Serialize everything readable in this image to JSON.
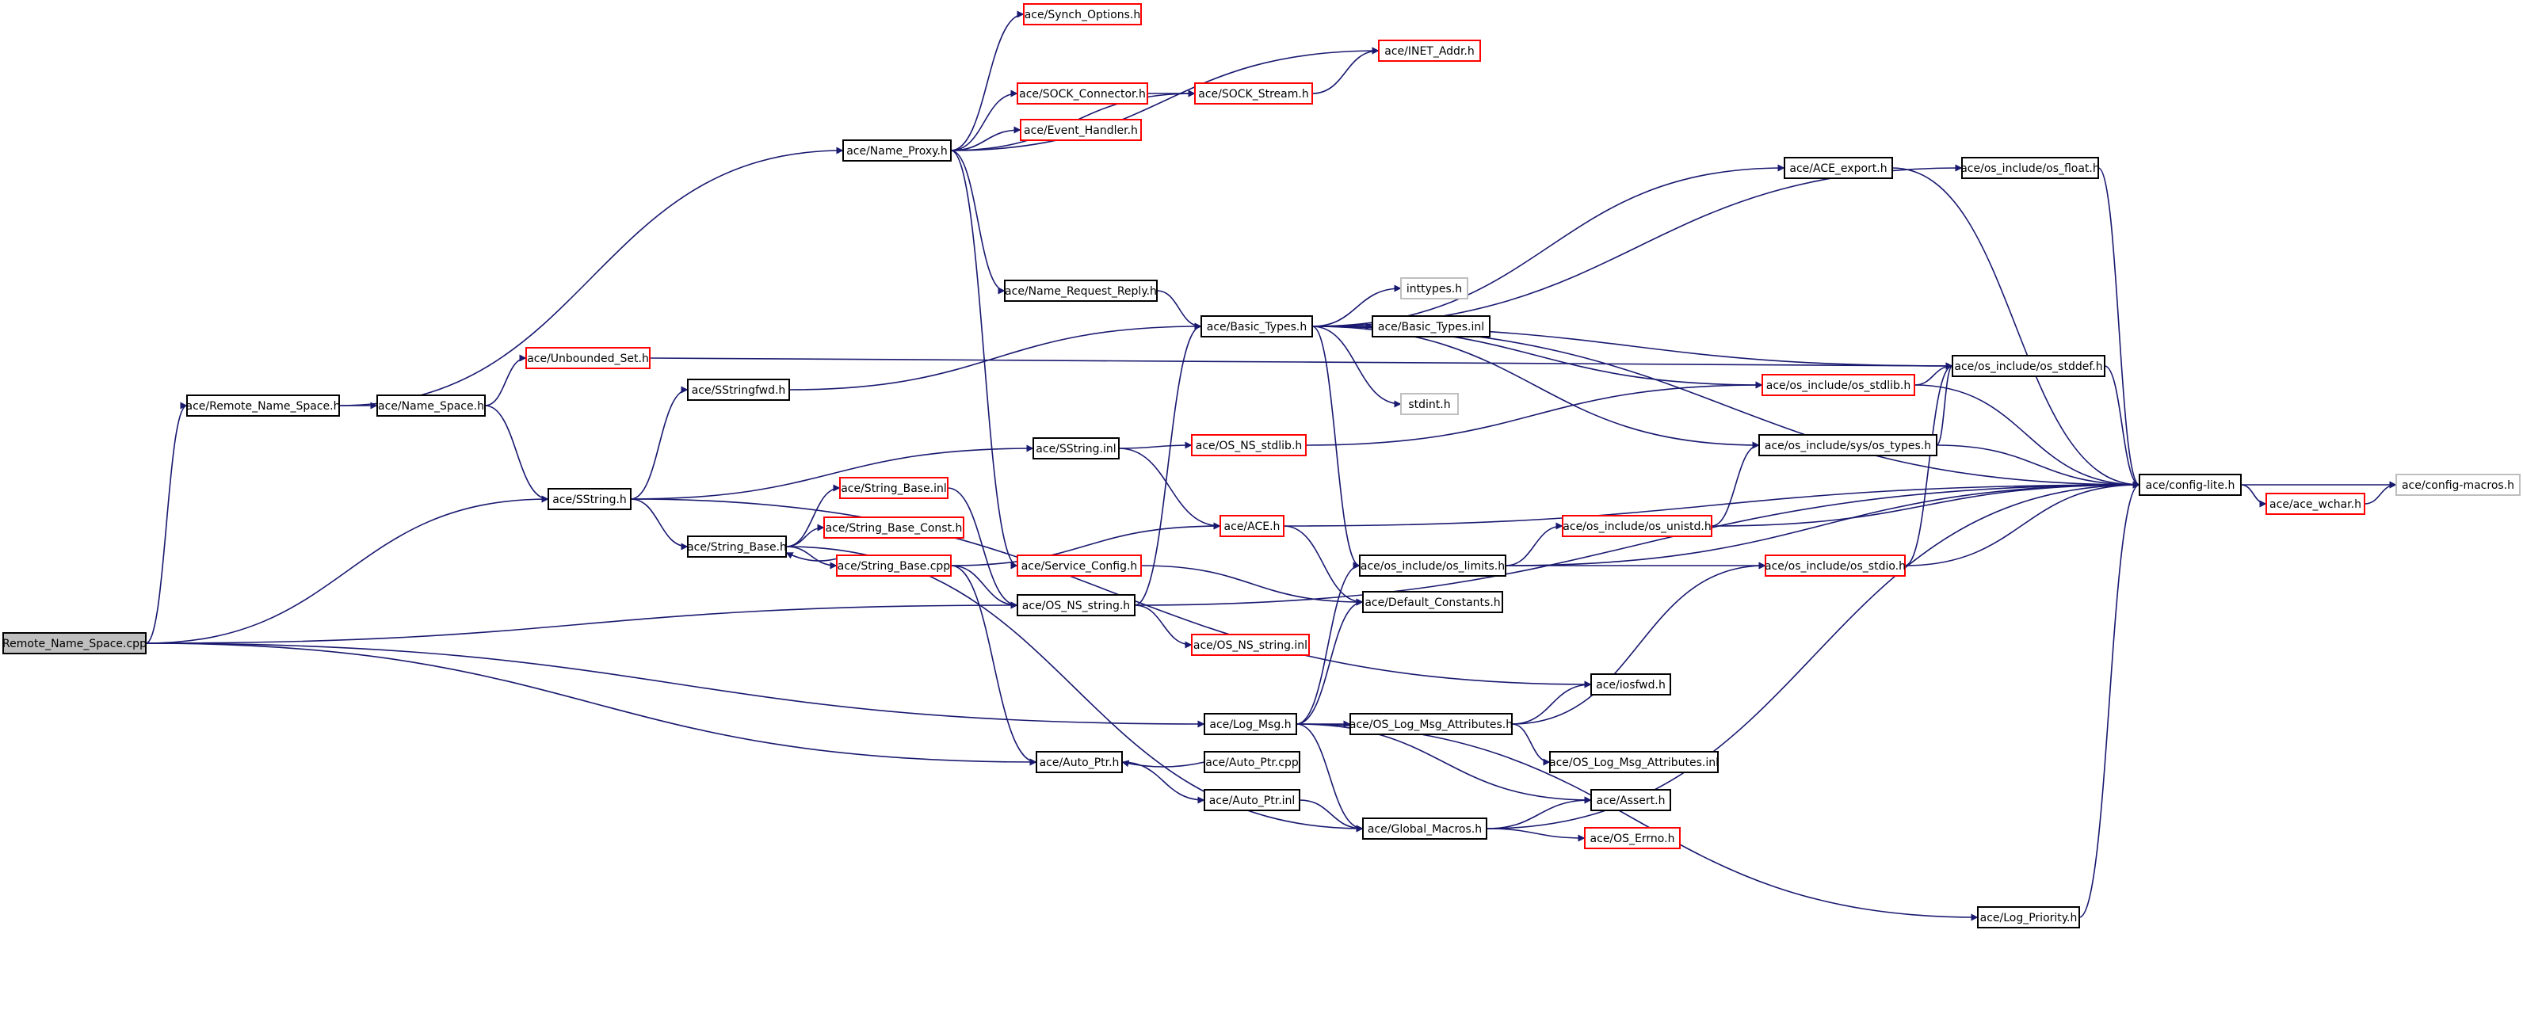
{
  "diagram": {
    "type": "include-dependency-graph",
    "colors": {
      "edge": "#191970",
      "border_documented": "#000000",
      "border_undocumented": "#ff0000",
      "border_external": "#bfbfbf",
      "root_fill": "#bfbfbf",
      "node_fill": "#ffffff"
    },
    "nodes": [
      {
        "id": "remote_cpp",
        "label": "Remote_Name_Space.cpp",
        "kind": "root"
      },
      {
        "id": "remote_h",
        "label": "ace/Remote_Name_Space.h",
        "kind": "documented"
      },
      {
        "id": "name_space_h",
        "label": "ace/Name_Space.h",
        "kind": "documented"
      },
      {
        "id": "unbounded_set",
        "label": "ace/Unbounded_Set.h",
        "kind": "undocumented"
      },
      {
        "id": "name_proxy",
        "label": "ace/Name_Proxy.h",
        "kind": "documented"
      },
      {
        "id": "synch_options",
        "label": "ace/Synch_Options.h",
        "kind": "undocumented"
      },
      {
        "id": "inet_addr",
        "label": "ace/INET_Addr.h",
        "kind": "undocumented"
      },
      {
        "id": "sock_connector",
        "label": "ace/SOCK_Connector.h",
        "kind": "undocumented"
      },
      {
        "id": "sock_stream",
        "label": "ace/SOCK_Stream.h",
        "kind": "undocumented"
      },
      {
        "id": "event_handler",
        "label": "ace/Event_Handler.h",
        "kind": "undocumented"
      },
      {
        "id": "name_request_reply",
        "label": "ace/Name_Request_Reply.h",
        "kind": "documented"
      },
      {
        "id": "basic_types",
        "label": "ace/Basic_Types.h",
        "kind": "documented"
      },
      {
        "id": "inttypes",
        "label": "inttypes.h",
        "kind": "external"
      },
      {
        "id": "basic_types_inl",
        "label": "ace/Basic_Types.inl",
        "kind": "documented"
      },
      {
        "id": "stdint",
        "label": "stdint.h",
        "kind": "external"
      },
      {
        "id": "ace_export",
        "label": "ace/ACE_export.h",
        "kind": "documented"
      },
      {
        "id": "os_float",
        "label": "ace/os_include/os_float.h",
        "kind": "documented"
      },
      {
        "id": "os_stddef",
        "label": "ace/os_include/os_stddef.h",
        "kind": "documented"
      },
      {
        "id": "os_stdlib",
        "label": "ace/os_include/os_stdlib.h",
        "kind": "undocumented"
      },
      {
        "id": "sstringfwd",
        "label": "ace/SStringfwd.h",
        "kind": "documented"
      },
      {
        "id": "sstring_h",
        "label": "ace/SString.h",
        "kind": "documented"
      },
      {
        "id": "sstring_inl",
        "label": "ace/SString.inl",
        "kind": "documented"
      },
      {
        "id": "os_ns_stdlib",
        "label": "ace/OS_NS_stdlib.h",
        "kind": "undocumented"
      },
      {
        "id": "sys_os_types",
        "label": "ace/os_include/sys/os_types.h",
        "kind": "documented"
      },
      {
        "id": "config_lite",
        "label": "ace/config-lite.h",
        "kind": "documented"
      },
      {
        "id": "config_macros",
        "label": "ace/config-macros.h",
        "kind": "external"
      },
      {
        "id": "ace_wchar",
        "label": "ace/ace_wchar.h",
        "kind": "undocumented"
      },
      {
        "id": "string_base_inl",
        "label": "ace/String_Base.inl",
        "kind": "undocumented"
      },
      {
        "id": "string_base_const",
        "label": "ace/String_Base_Const.h",
        "kind": "undocumented"
      },
      {
        "id": "string_base_h",
        "label": "ace/String_Base.h",
        "kind": "documented"
      },
      {
        "id": "string_base_cpp",
        "label": "ace/String_Base.cpp",
        "kind": "undocumented"
      },
      {
        "id": "ace_h",
        "label": "ace/ACE.h",
        "kind": "undocumented"
      },
      {
        "id": "os_unistd",
        "label": "ace/os_include/os_unistd.h",
        "kind": "undocumented"
      },
      {
        "id": "service_config",
        "label": "ace/Service_Config.h",
        "kind": "undocumented"
      },
      {
        "id": "os_limits",
        "label": "ace/os_include/os_limits.h",
        "kind": "documented"
      },
      {
        "id": "os_stdio",
        "label": "ace/os_include/os_stdio.h",
        "kind": "undocumented"
      },
      {
        "id": "os_ns_string",
        "label": "ace/OS_NS_string.h",
        "kind": "documented"
      },
      {
        "id": "default_constants",
        "label": "ace/Default_Constants.h",
        "kind": "documented"
      },
      {
        "id": "os_ns_string_inl",
        "label": "ace/OS_NS_string.inl",
        "kind": "undocumented"
      },
      {
        "id": "iosfwd",
        "label": "ace/iosfwd.h",
        "kind": "documented"
      },
      {
        "id": "log_msg",
        "label": "ace/Log_Msg.h",
        "kind": "documented"
      },
      {
        "id": "os_log_msg_attr",
        "label": "ace/OS_Log_Msg_Attributes.h",
        "kind": "documented"
      },
      {
        "id": "os_log_msg_attr_inl",
        "label": "ace/OS_Log_Msg_Attributes.inl",
        "kind": "documented"
      },
      {
        "id": "auto_ptr_h",
        "label": "ace/Auto_Ptr.h",
        "kind": "documented"
      },
      {
        "id": "auto_ptr_cpp",
        "label": "ace/Auto_Ptr.cpp",
        "kind": "documented"
      },
      {
        "id": "auto_ptr_inl",
        "label": "ace/Auto_Ptr.inl",
        "kind": "documented"
      },
      {
        "id": "assert_h",
        "label": "ace/Assert.h",
        "kind": "documented"
      },
      {
        "id": "global_macros",
        "label": "ace/Global_Macros.h",
        "kind": "documented"
      },
      {
        "id": "os_errno",
        "label": "ace/OS_Errno.h",
        "kind": "undocumented"
      },
      {
        "id": "log_priority",
        "label": "ace/Log_Priority.h",
        "kind": "documented"
      }
    ],
    "edges": [
      [
        "remote_cpp",
        "remote_h"
      ],
      [
        "remote_cpp",
        "sstring_h"
      ],
      [
        "remote_cpp",
        "os_ns_string"
      ],
      [
        "remote_cpp",
        "log_msg"
      ],
      [
        "remote_cpp",
        "auto_ptr_h"
      ],
      [
        "remote_h",
        "name_space_h"
      ],
      [
        "remote_h",
        "name_proxy"
      ],
      [
        "name_space_h",
        "unbounded_set"
      ],
      [
        "name_space_h",
        "sstring_h"
      ],
      [
        "unbounded_set",
        "os_stddef"
      ],
      [
        "name_proxy",
        "synch_options"
      ],
      [
        "name_proxy",
        "inet_addr"
      ],
      [
        "name_proxy",
        "sock_connector"
      ],
      [
        "name_proxy",
        "event_handler"
      ],
      [
        "name_proxy",
        "sock_stream"
      ],
      [
        "name_proxy",
        "name_request_reply"
      ],
      [
        "name_proxy",
        "service_config"
      ],
      [
        "sock_connector",
        "sock_stream"
      ],
      [
        "sock_stream",
        "inet_addr"
      ],
      [
        "name_request_reply",
        "basic_types"
      ],
      [
        "basic_types",
        "inttypes"
      ],
      [
        "basic_types",
        "basic_types_inl"
      ],
      [
        "basic_types",
        "stdint"
      ],
      [
        "basic_types",
        "ace_export"
      ],
      [
        "basic_types",
        "os_float"
      ],
      [
        "basic_types",
        "os_stddef"
      ],
      [
        "basic_types",
        "os_stdlib"
      ],
      [
        "basic_types",
        "config_lite"
      ],
      [
        "basic_types",
        "sys_os_types"
      ],
      [
        "basic_types",
        "os_limits"
      ],
      [
        "ace_export",
        "config_lite"
      ],
      [
        "os_float",
        "config_lite"
      ],
      [
        "os_stddef",
        "config_lite"
      ],
      [
        "os_stdlib",
        "os_stddef"
      ],
      [
        "os_stdlib",
        "config_lite"
      ],
      [
        "sstringfwd",
        "basic_types"
      ],
      [
        "sstring_h",
        "sstringfwd"
      ],
      [
        "sstring_h",
        "sstring_inl"
      ],
      [
        "sstring_h",
        "string_base_h"
      ],
      [
        "sstring_h",
        "iosfwd"
      ],
      [
        "sstring_inl",
        "os_ns_stdlib"
      ],
      [
        "sstring_inl",
        "ace_h"
      ],
      [
        "os_ns_stdlib",
        "os_stdlib"
      ],
      [
        "sys_os_types",
        "os_stddef"
      ],
      [
        "sys_os_types",
        "config_lite"
      ],
      [
        "config_lite",
        "config_macros"
      ],
      [
        "config_lite",
        "ace_wchar"
      ],
      [
        "ace_wchar",
        "config_macros"
      ],
      [
        "string_base_h",
        "string_base_inl"
      ],
      [
        "string_base_h",
        "string_base_const"
      ],
      [
        "string_base_h",
        "string_base_cpp"
      ],
      [
        "string_base_h",
        "global_macros"
      ],
      [
        "string_base_cpp",
        "string_base_h"
      ],
      [
        "string_base_cpp",
        "ace_h"
      ],
      [
        "string_base_cpp",
        "os_ns_string"
      ],
      [
        "string_base_cpp",
        "auto_ptr_h"
      ],
      [
        "string_base_inl",
        "os_ns_string"
      ],
      [
        "ace_h",
        "config_lite"
      ],
      [
        "ace_h",
        "default_constants"
      ],
      [
        "os_unistd",
        "sys_os_types"
      ],
      [
        "os_unistd",
        "config_lite"
      ],
      [
        "service_config",
        "default_constants"
      ],
      [
        "os_limits",
        "os_unistd"
      ],
      [
        "os_limits",
        "os_stdio"
      ],
      [
        "os_limits",
        "config_lite"
      ],
      [
        "os_stdio",
        "os_stddef"
      ],
      [
        "os_stdio",
        "config_lite"
      ],
      [
        "os_ns_string",
        "basic_types"
      ],
      [
        "os_ns_string",
        "os_ns_string_inl"
      ],
      [
        "os_ns_string",
        "config_lite"
      ],
      [
        "log_msg",
        "os_limits"
      ],
      [
        "log_msg",
        "default_constants"
      ],
      [
        "log_msg",
        "os_log_msg_attr"
      ],
      [
        "log_msg",
        "assert_h"
      ],
      [
        "log_msg",
        "global_macros"
      ],
      [
        "log_msg",
        "log_priority"
      ],
      [
        "os_log_msg_attr",
        "iosfwd"
      ],
      [
        "os_log_msg_attr",
        "os_log_msg_attr_inl"
      ],
      [
        "os_log_msg_attr",
        "os_stdio"
      ],
      [
        "auto_ptr_h",
        "auto_ptr_inl"
      ],
      [
        "auto_ptr_cpp",
        "auto_ptr_h"
      ],
      [
        "auto_ptr_inl",
        "global_macros"
      ],
      [
        "global_macros",
        "assert_h"
      ],
      [
        "global_macros",
        "os_errno"
      ],
      [
        "global_macros",
        "config_lite"
      ],
      [
        "log_priority",
        "config_lite"
      ]
    ]
  }
}
